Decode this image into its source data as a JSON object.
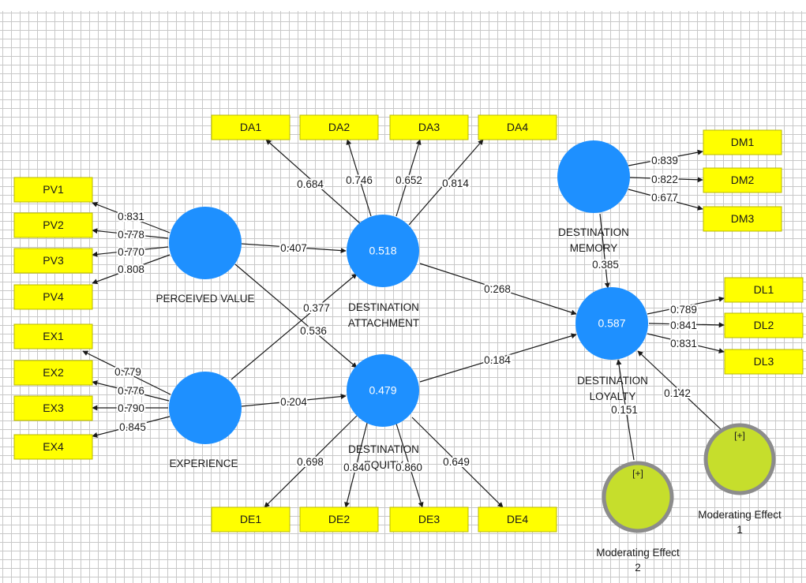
{
  "colors": {
    "latent": "#1e90ff",
    "indicator_fill": "#ffff00",
    "indicator_border": "#b8b800",
    "moderator_fill": "#c6de2c",
    "moderator_ring": "#8c8c8c",
    "arrow": "#1a1a1a"
  },
  "latent_variables": {
    "perceived_value": {
      "r2": "",
      "name_lines": [
        "PERCEIVED VALUE"
      ]
    },
    "experience": {
      "r2": "",
      "name_lines": [
        "EXPERIENCE"
      ]
    },
    "destination_attachment": {
      "r2": "0.518",
      "name_lines": [
        "DESTINATION",
        "ATTACHMENT"
      ]
    },
    "destination_equity": {
      "r2": "0.479",
      "name_lines": [
        "DESTINATION",
        "EQUITY"
      ]
    },
    "destination_memory": {
      "r2": "",
      "name_lines": [
        "DESTINATION",
        "MEMORY"
      ]
    },
    "destination_loyalty": {
      "r2": "0.587",
      "name_lines": [
        "DESTINATION",
        "LOYALTY"
      ]
    }
  },
  "moderators": {
    "moderating_effect_1": {
      "symbol": "[+]",
      "name_lines": [
        "Moderating Effect",
        "1"
      ]
    },
    "moderating_effect_2": {
      "symbol": "[+]",
      "name_lines": [
        "Moderating Effect",
        "2"
      ]
    }
  },
  "indicators": {
    "pv1": "PV1",
    "pv2": "PV2",
    "pv3": "PV3",
    "pv4": "PV4",
    "ex1": "EX1",
    "ex2": "EX2",
    "ex3": "EX3",
    "ex4": "EX4",
    "da1": "DA1",
    "da2": "DA2",
    "da3": "DA3",
    "da4": "DA4",
    "de1": "DE1",
    "de2": "DE2",
    "de3": "DE3",
    "de4": "DE4",
    "dm1": "DM1",
    "dm2": "DM2",
    "dm3": "DM3",
    "dl1": "DL1",
    "dl2": "DL2",
    "dl3": "DL3"
  },
  "loadings": {
    "pv1": "0.831",
    "pv2": "0.778",
    "pv3": "0.770",
    "pv4": "0.808",
    "ex1": "0.779",
    "ex2": "0.776",
    "ex3": "0.790",
    "ex4": "0.845",
    "da1": "0.684",
    "da2": "0.746",
    "da3": "0.652",
    "da4": "0.814",
    "de1": "0.698",
    "de2": "0.840",
    "de3": "0.860",
    "de4": "0.649",
    "dm1": "0.839",
    "dm2": "0.822",
    "dm3": "0.677",
    "dl1": "0.789",
    "dl2": "0.841",
    "dl3": "0.831"
  },
  "paths": {
    "pv_da": "0.407",
    "pv_de": "0.536",
    "ex_da": "0.377",
    "ex_de": "0.204",
    "da_dl": "0.268",
    "de_dl": "0.184",
    "dm_dl": "0.385",
    "me1_dl": "0.142",
    "me2_dl": "0.151"
  }
}
